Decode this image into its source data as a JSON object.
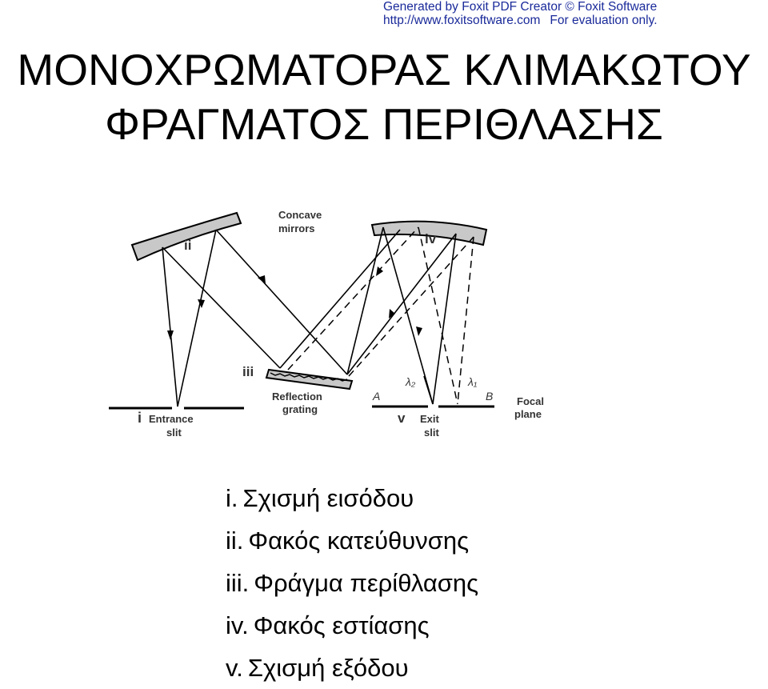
{
  "watermark": {
    "line1": "Generated by Foxit PDF Creator © Foxit Software",
    "url": "http://www.foxitsoftware.com",
    "note": "For evaluation only."
  },
  "title": {
    "line1": "ΜΟΝΟΧΡΩΜΑΤΟΡΑΣ ΚΛΙΜΑΚΩΤΟΥ",
    "line2": "ΦΡΑΓΜΑΤΟΣ ΠΕΡΙΘΛΑΣΗΣ"
  },
  "diagram": {
    "concave_mirrors": [
      "Concave",
      "mirrors"
    ],
    "label_ii": "ii",
    "label_iv": "iv",
    "label_iii": "iii",
    "reflection_grating": [
      "Reflection",
      "grating"
    ],
    "label_i": "i",
    "entrance_slit": [
      "Entrance",
      "slit"
    ],
    "label_v": "v",
    "exit_slit": [
      "Exit",
      "slit"
    ],
    "lambda2": "λ₂",
    "lambda1": "λ₁",
    "point_a": "A",
    "point_b": "B",
    "focal_plane": [
      "Focal",
      "plane"
    ]
  },
  "legend": [
    {
      "num": "i.",
      "text": "Σχισμή εισόδου"
    },
    {
      "num": "ii.",
      "text": "Φακός κατεύθυνσης"
    },
    {
      "num": "iii.",
      "text": "Φράγμα περίθλασης"
    },
    {
      "num": "iv.",
      "text": "Φακός εστίασης"
    },
    {
      "num": "v.",
      "text": "Σχισμή εξόδου"
    }
  ]
}
